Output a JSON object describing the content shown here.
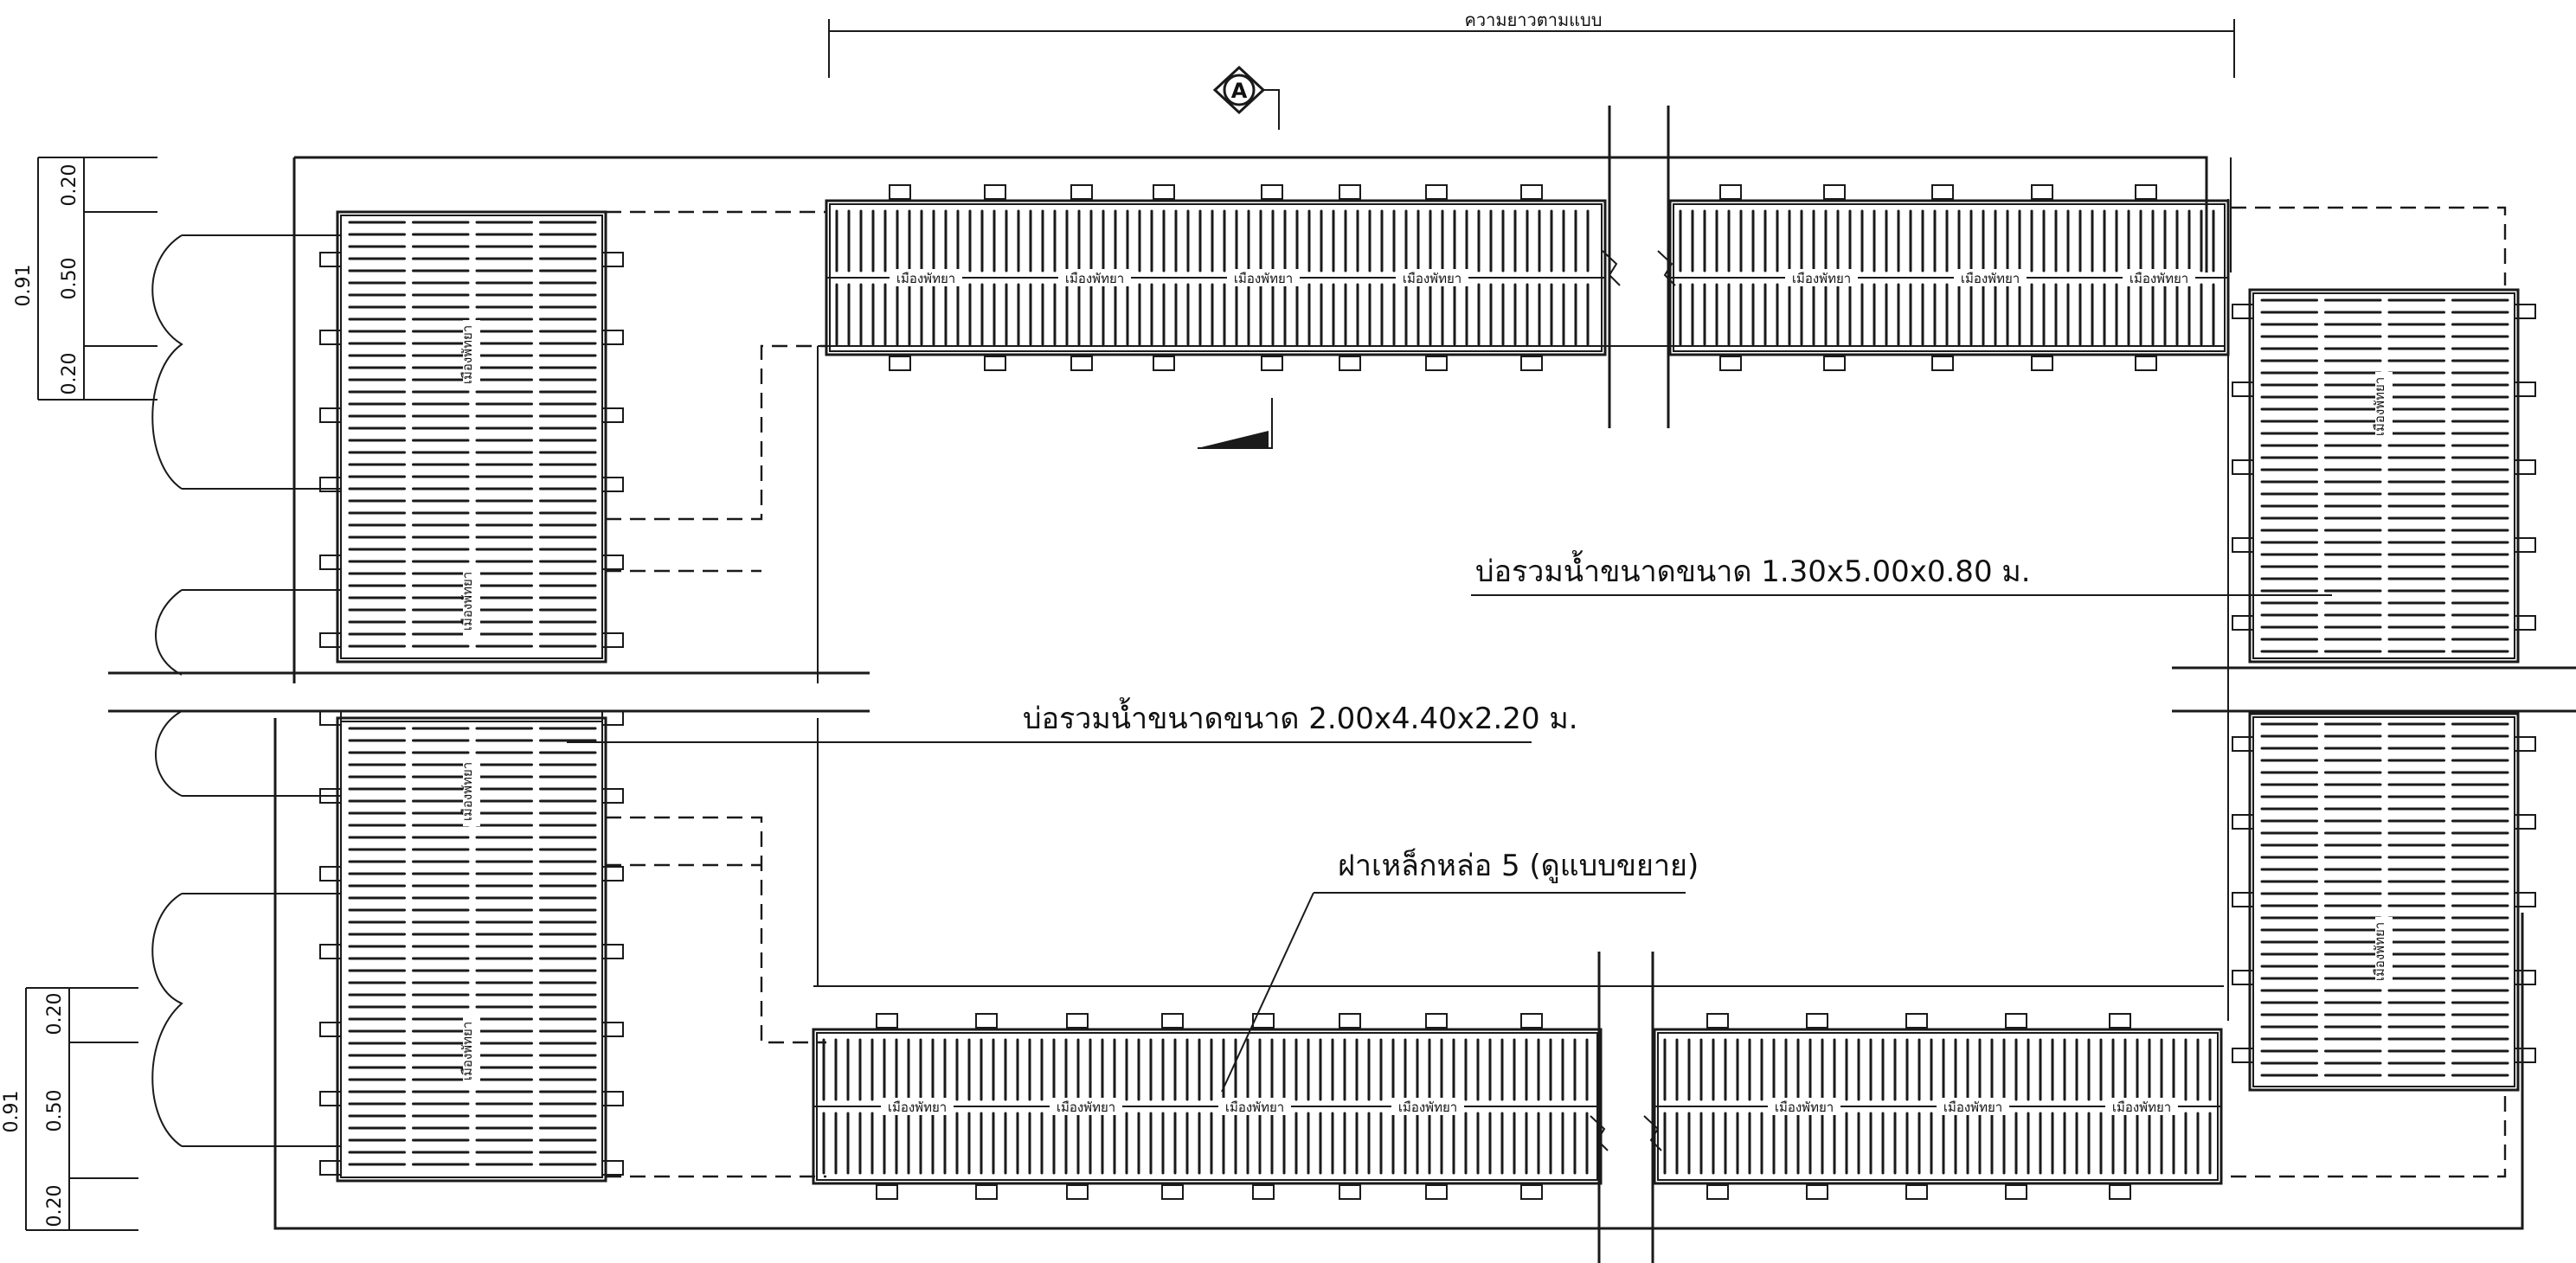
{
  "labels": {
    "top_dimension": "ความยาวตามแบบ",
    "section_marker": "A",
    "pit_small": "บ่อรวมน้ำขนาดขนาด 1.30x5.00x0.80 ม.",
    "pit_large": "บ่อรวมน้ำขนาดขนาด 2.00x4.40x2.20 ม.",
    "grate": "ฝาเหล็กหล่อ 5 (ดูแบบขยาย)",
    "grate_stamp": "เมืองพัทยา"
  },
  "dimensions_upper": {
    "total": "0.91",
    "top": "0.20",
    "middle": "0.50",
    "bottom": "0.20"
  },
  "dimensions_lower": {
    "total": "0.91",
    "top": "0.20",
    "middle": "0.50",
    "bottom": "0.20"
  },
  "colors": {
    "ink": "#1a1a1a",
    "paper": "#ffffff"
  }
}
